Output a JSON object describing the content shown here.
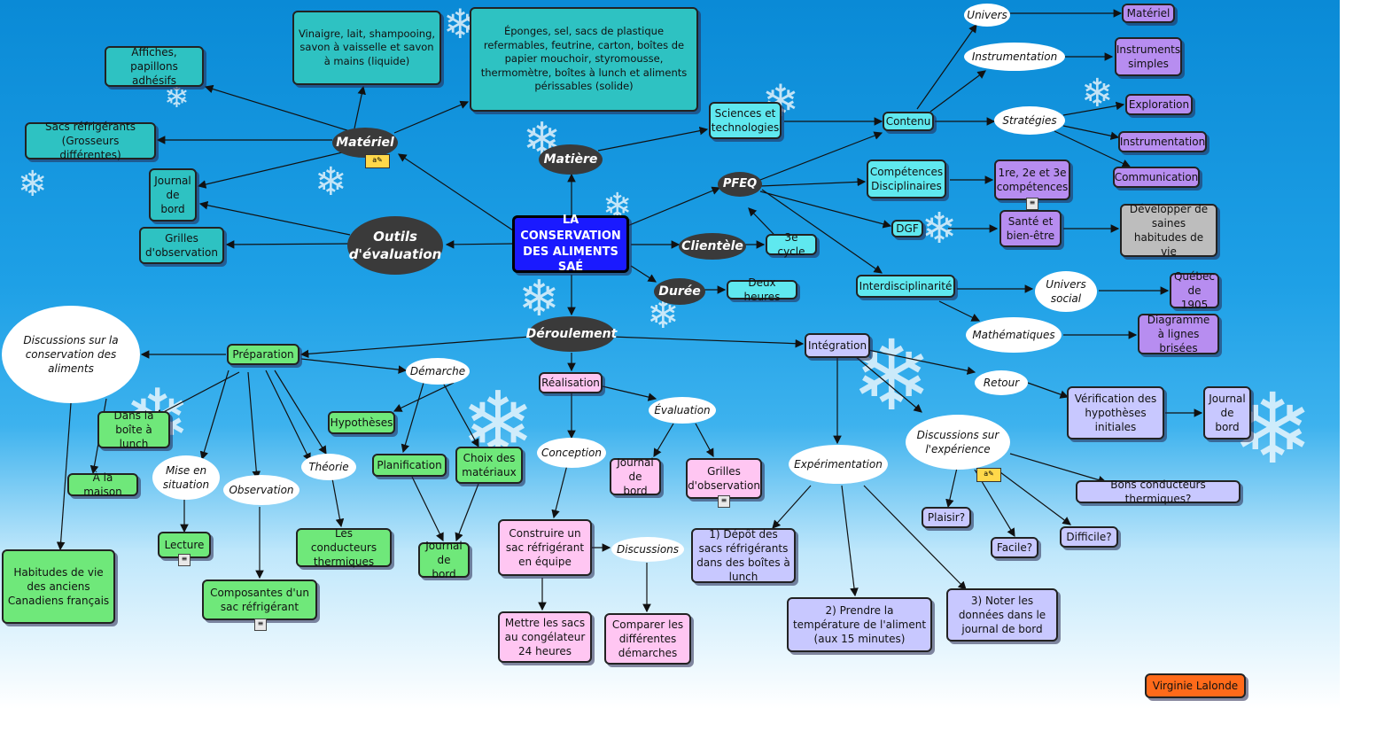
{
  "nodes": {
    "center": "LA CONSERVATION DES ALIMENTS SAÉ",
    "materiel": "Matériel",
    "mat_liquide": "Vinaigre, lait, shampooing, savon à vaisselle et savon à mains (liquide)",
    "mat_solide": "Éponges, sel, sacs de plastique refermables, feutrine, carton, boîtes de papier mouchoir, styromousse, thermomètre, boîtes à lunch et aliments périssables (solide)",
    "affiches": "Affiches, papillons adhésifs",
    "sacs_refrig": "Sacs réfrigérants (Grosseurs différentes)",
    "journal_1": "Journal de bord",
    "grilles_1": "Grilles d'observation",
    "outils": "Outils d'évaluation",
    "matiere": "Matière",
    "sciences": "Sciences et technologies",
    "contenu": "Contenu",
    "univers": "Univers",
    "materiel_2": "Matériel",
    "instrumentation": "Instrumentation",
    "instruments_simples": "Instruments simples",
    "strategies": "Stratégies",
    "exploration": "Exploration",
    "instrumentation_2": "Instrumentation",
    "communication": "Communication",
    "pfeq": "PFEQ",
    "competences": "Compétences Disciplinaires",
    "comp_123": "1re, 2e et 3e compétences",
    "dgf": "DGF",
    "sante": "Santé et bien-être",
    "habitudes": "Développer de saines habitudes de vie",
    "interdisc": "Interdisciplinarité",
    "univers_social": "Univers social",
    "quebec": "Québec de 1905",
    "mathematiques": "Mathématiques",
    "diagramme": "Diagramme à lignes brisées",
    "clientele": "Clientèle",
    "cycle": "3e cycle",
    "duree": "Durée",
    "deux_heures": "Deux heures",
    "deroulement": "Déroulement",
    "preparation": "Préparation",
    "discussions_1": "Discussions sur la conservation des aliments",
    "habitudes_vie": "Habitudes de vie des anciens Canadiens français",
    "dans_boite": "Dans la boîte à lunch",
    "a_maison": "À la maison",
    "mise_situation": "Mise en situation",
    "lecture": "Lecture",
    "observation": "Observation",
    "composantes": "Composantes d'un sac réfrigérant",
    "theorie": "Théorie",
    "conducteurs": "Les conducteurs thermiques",
    "demarche": "Démarche",
    "hypotheses": "Hypothèses",
    "planification": "Planification",
    "choix": "Choix des matériaux",
    "journal_2": "Journal de bord",
    "realisation": "Réalisation",
    "conception": "Conception",
    "construire": "Construire un sac réfrigérant en équipe",
    "mettre": "Mettre les sacs au congélateur 24 heures",
    "discussions_2": "Discussions",
    "comparer": "Comparer les différentes démarches",
    "evaluation": "Évaluation",
    "journal_3": "Journal de bord",
    "grilles_2": "Grilles d'observation",
    "integration": "Intégration",
    "experimentation": "Expérimentation",
    "depot": "1) Dépôt des sacs réfrigérants dans des boîtes à lunch",
    "prendre": "2) Prendre la température de l'aliment (aux 15 minutes)",
    "noter": "3) Noter les données dans le journal de bord",
    "discussions_3": "Discussions sur l'expérience",
    "plaisir": "Plaisir?",
    "facile": "Facile?",
    "difficile": "Difficile?",
    "bons_conducteurs": "Bons conducteurs thermiques?",
    "retour": "Retour",
    "verification": "Vérification des hypothèses initiales",
    "journal_4": "Journal de bord",
    "author": "Virginie Lalonde"
  },
  "colors": {
    "dark_oval": "#3a3a3a",
    "center_box": "#1a1aff",
    "teal": "#2ec2c2",
    "cyan": "#5fe8ef",
    "green": "#6fe87a",
    "pink": "#ffc6f2",
    "lavender": "#c8c8ff",
    "purple": "#b78df0",
    "gray": "#bdbdbd",
    "orange": "#ff6a1a"
  }
}
